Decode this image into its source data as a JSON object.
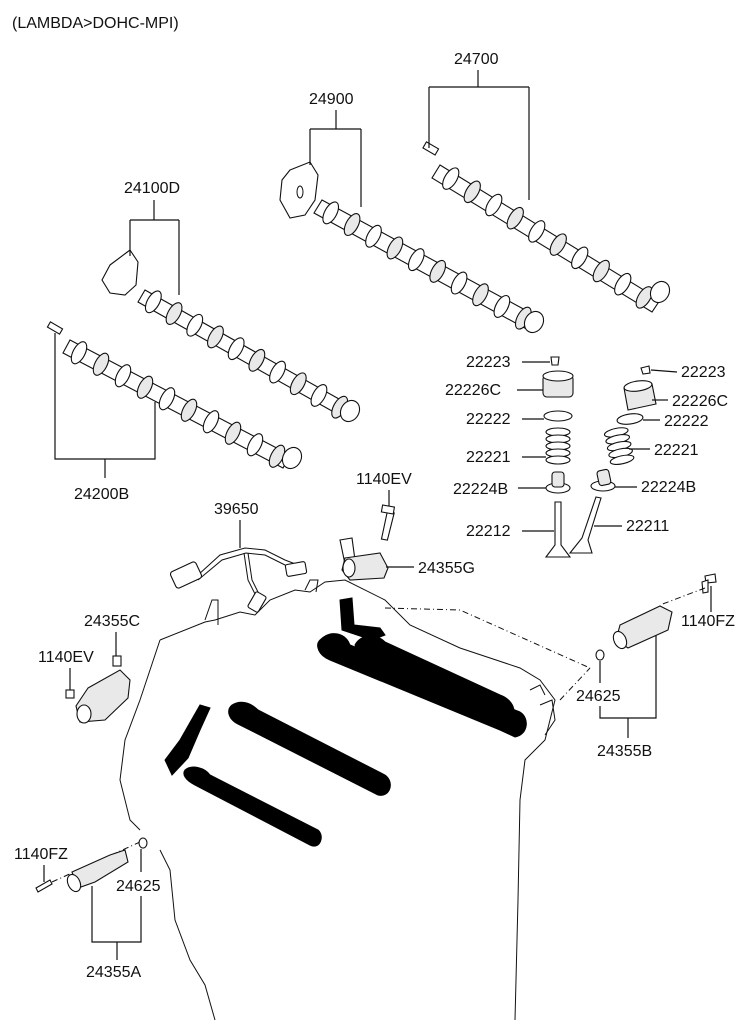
{
  "title": "(LAMBDA>DOHC-MPI)",
  "diagram": {
    "type": "exploded-parts-diagram",
    "subject": "Camshaft & Valve",
    "callouts": [
      {
        "id": "c24700",
        "part_no": "24700",
        "description": "camshaft (with pin)"
      },
      {
        "id": "c24900",
        "part_no": "24900",
        "description": "camshaft (with sensor wheel)"
      },
      {
        "id": "c24100D",
        "part_no": "24100D",
        "description": "camshaft (with sensor wheel)"
      },
      {
        "id": "c24200B",
        "part_no": "24200B",
        "description": "camshaft (with pin)"
      },
      {
        "id": "c22223L",
        "part_no": "22223",
        "description": "retainer lock"
      },
      {
        "id": "c22226CL",
        "part_no": "22226C",
        "description": "tappet"
      },
      {
        "id": "c22222L",
        "part_no": "22222",
        "description": "spring retainer"
      },
      {
        "id": "c22221L",
        "part_no": "22221",
        "description": "valve spring"
      },
      {
        "id": "c22224BL",
        "part_no": "22224B",
        "description": "valve stem seal"
      },
      {
        "id": "c22212",
        "part_no": "22212",
        "description": "exhaust valve"
      },
      {
        "id": "c22223R",
        "part_no": "22223",
        "description": "retainer lock"
      },
      {
        "id": "c22226CR",
        "part_no": "22226C",
        "description": "tappet"
      },
      {
        "id": "c22222R",
        "part_no": "22222",
        "description": "spring retainer"
      },
      {
        "id": "c22221R",
        "part_no": "22221",
        "description": "valve spring"
      },
      {
        "id": "c22224BR",
        "part_no": "22224B",
        "description": "valve stem seal"
      },
      {
        "id": "c22211",
        "part_no": "22211",
        "description": "intake valve"
      },
      {
        "id": "c1140EVtop",
        "part_no": "1140EV",
        "description": "bolt"
      },
      {
        "id": "c39650",
        "part_no": "39650",
        "description": "wiring harness"
      },
      {
        "id": "c24355G",
        "part_no": "24355G",
        "description": "oil control valve"
      },
      {
        "id": "c24355C",
        "part_no": "24355C",
        "description": "oil control valve"
      },
      {
        "id": "c1140EVleft",
        "part_no": "1140EV",
        "description": "bolt"
      },
      {
        "id": "c1140FZright",
        "part_no": "1140FZ",
        "description": "bolt"
      },
      {
        "id": "c24625right",
        "part_no": "24625",
        "description": "o-ring"
      },
      {
        "id": "c24355B",
        "part_no": "24355B",
        "description": "oil control valve"
      },
      {
        "id": "c1140FZleft",
        "part_no": "1140FZ",
        "description": "bolt"
      },
      {
        "id": "c24625left",
        "part_no": "24625",
        "description": "o-ring"
      },
      {
        "id": "c24355A",
        "part_no": "24355A",
        "description": "oil control valve"
      }
    ]
  },
  "labels": {
    "l24700": "24700",
    "l24900": "24900",
    "l24100D": "24100D",
    "l24200B": "24200B",
    "l22223L": "22223",
    "l22226CL": "22226C",
    "l22222L": "22222",
    "l22221L": "22221",
    "l22224BL": "22224B",
    "l22212": "22212",
    "l22223R": "22223",
    "l22226CR": "22226C",
    "l22222R": "22222",
    "l22221R": "22221",
    "l22224BR": "22224B",
    "l22211": "22211",
    "l1140EVtop": "1140EV",
    "l39650": "39650",
    "l24355G": "24355G",
    "l24355C": "24355C",
    "l1140EVleft": "1140EV",
    "l1140FZright": "1140FZ",
    "l24625right": "24625",
    "l24355B": "24355B",
    "l1140FZleft": "1140FZ",
    "l24625left": "24625",
    "l24355A": "24355A"
  }
}
